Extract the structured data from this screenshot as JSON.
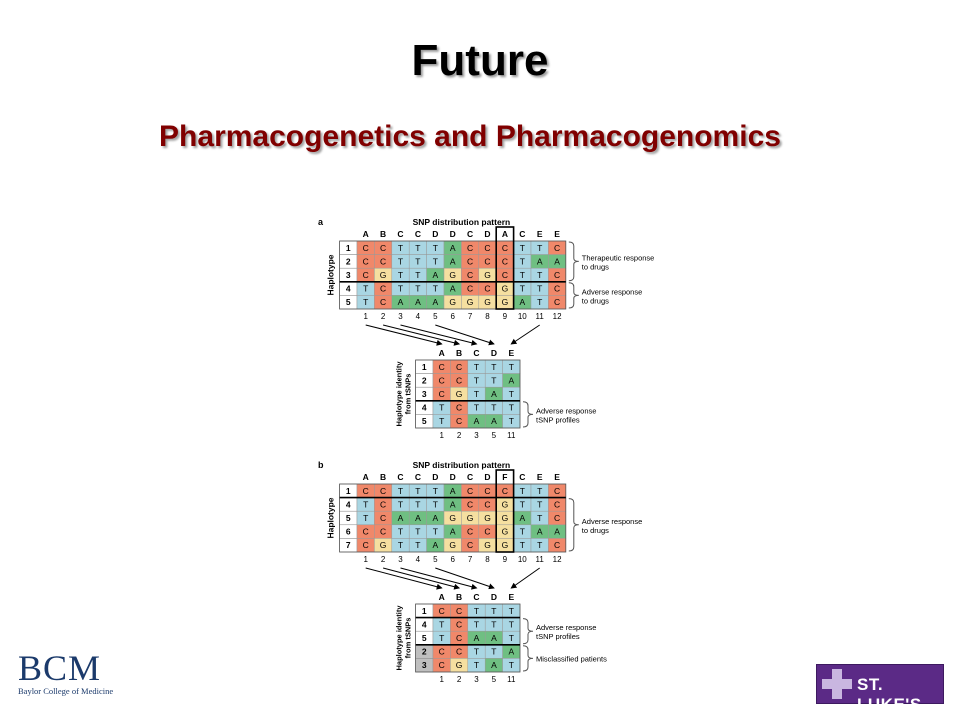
{
  "title": "Future",
  "subtitle": "Pharmacogenetics and Pharmacogenomics",
  "colors": {
    "C": "#f0886a",
    "T": "#a9d6e3",
    "A": "#6fbf82",
    "G": "#f5dfa0",
    "rowhead": "#ffffff",
    "misclassified": "#bfbfbf",
    "title_text": "#000000",
    "subtitle_text": "#800000"
  },
  "figure": {
    "panel_a": {
      "label": "a",
      "snp_title": "SNP distribution pattern",
      "y_label": "Haplotype",
      "columns": [
        "A",
        "B",
        "C",
        "C",
        "D",
        "D",
        "C",
        "D",
        "A",
        "C",
        "E",
        "E"
      ],
      "column_numbers": [
        "1",
        "2",
        "3",
        "4",
        "5",
        "6",
        "7",
        "8",
        "9",
        "10",
        "11",
        "12"
      ],
      "rows": [
        {
          "id": "1",
          "cells": [
            "C",
            "C",
            "T",
            "T",
            "T",
            "A",
            "C",
            "C",
            "C",
            "T",
            "T",
            "C"
          ]
        },
        {
          "id": "2",
          "cells": [
            "C",
            "C",
            "T",
            "T",
            "T",
            "A",
            "C",
            "C",
            "C",
            "T",
            "A",
            "A"
          ]
        },
        {
          "id": "3",
          "cells": [
            "C",
            "G",
            "T",
            "T",
            "A",
            "G",
            "C",
            "G",
            "C",
            "T",
            "T",
            "C"
          ]
        },
        {
          "id": "4",
          "cells": [
            "T",
            "C",
            "T",
            "T",
            "T",
            "A",
            "C",
            "C",
            "G",
            "T",
            "T",
            "C"
          ]
        },
        {
          "id": "5",
          "cells": [
            "T",
            "C",
            "A",
            "A",
            "A",
            "G",
            "G",
            "G",
            "G",
            "A",
            "T",
            "C"
          ]
        }
      ],
      "brackets": [
        {
          "label_line1": "Therapeutic response",
          "label_line2": "to drugs"
        },
        {
          "label_line1": "Adverse response",
          "label_line2": "to drugs"
        }
      ],
      "tsnp": {
        "y_label_line1": "Haplotype identity",
        "y_label_line2": "from tSNPs",
        "columns": [
          "A",
          "B",
          "C",
          "D",
          "E"
        ],
        "column_numbers": [
          "1",
          "2",
          "3",
          "5",
          "11"
        ],
        "rows": [
          {
            "id": "1",
            "cells": [
              "C",
              "C",
              "T",
              "T",
              "T"
            ]
          },
          {
            "id": "2",
            "cells": [
              "C",
              "C",
              "T",
              "T",
              "A"
            ]
          },
          {
            "id": "3",
            "cells": [
              "C",
              "G",
              "T",
              "A",
              "T"
            ]
          },
          {
            "id": "4",
            "cells": [
              "T",
              "C",
              "T",
              "T",
              "T"
            ]
          },
          {
            "id": "5",
            "cells": [
              "T",
              "C",
              "A",
              "A",
              "T"
            ]
          }
        ],
        "brackets": [
          {
            "label_line1": "Adverse response",
            "label_line2": "tSNP profiles"
          }
        ]
      }
    },
    "panel_b": {
      "label": "b",
      "snp_title": "SNP distribution pattern",
      "y_label": "Haplotype",
      "columns": [
        "A",
        "B",
        "C",
        "C",
        "D",
        "D",
        "C",
        "D",
        "F",
        "C",
        "E",
        "E"
      ],
      "column_numbers": [
        "1",
        "2",
        "3",
        "4",
        "5",
        "6",
        "7",
        "8",
        "9",
        "10",
        "11",
        "12"
      ],
      "rows": [
        {
          "id": "1",
          "cells": [
            "C",
            "C",
            "T",
            "T",
            "T",
            "A",
            "C",
            "C",
            "C",
            "T",
            "T",
            "C"
          ]
        },
        {
          "id": "4",
          "cells": [
            "T",
            "C",
            "T",
            "T",
            "T",
            "A",
            "C",
            "C",
            "G",
            "T",
            "T",
            "C"
          ]
        },
        {
          "id": "5",
          "cells": [
            "T",
            "C",
            "A",
            "A",
            "A",
            "G",
            "G",
            "G",
            "G",
            "A",
            "T",
            "C"
          ]
        },
        {
          "id": "6",
          "cells": [
            "C",
            "C",
            "T",
            "T",
            "T",
            "A",
            "C",
            "C",
            "G",
            "T",
            "A",
            "A"
          ]
        },
        {
          "id": "7",
          "cells": [
            "C",
            "G",
            "T",
            "T",
            "A",
            "G",
            "C",
            "G",
            "G",
            "T",
            "T",
            "C"
          ]
        }
      ],
      "brackets": [
        {
          "label_line1": "Adverse response",
          "label_line2": "to drugs"
        }
      ],
      "tsnp": {
        "y_label_line1": "Haplotype identity",
        "y_label_line2": "from tSNPs",
        "columns": [
          "A",
          "B",
          "C",
          "D",
          "E"
        ],
        "column_numbers": [
          "1",
          "2",
          "3",
          "5",
          "11"
        ],
        "rows": [
          {
            "id": "1",
            "cells": [
              "C",
              "C",
              "T",
              "T",
              "T"
            ]
          },
          {
            "id": "4",
            "cells": [
              "T",
              "C",
              "T",
              "T",
              "T"
            ]
          },
          {
            "id": "5",
            "cells": [
              "T",
              "C",
              "A",
              "A",
              "T"
            ]
          },
          {
            "id": "2",
            "cells": [
              "C",
              "C",
              "T",
              "T",
              "A"
            ]
          },
          {
            "id": "3",
            "cells": [
              "C",
              "G",
              "T",
              "A",
              "T"
            ]
          }
        ],
        "brackets": [
          {
            "label_line1": "Adverse response",
            "label_line2": "tSNP profiles"
          },
          {
            "label_line1": "Misclassified patients",
            "label_line2": ""
          }
        ]
      }
    }
  },
  "logos": {
    "bcm_letters": "BCM",
    "bcm_caption": "Baylor College of Medicine",
    "st_lukes": "ST. LUKE'S"
  }
}
